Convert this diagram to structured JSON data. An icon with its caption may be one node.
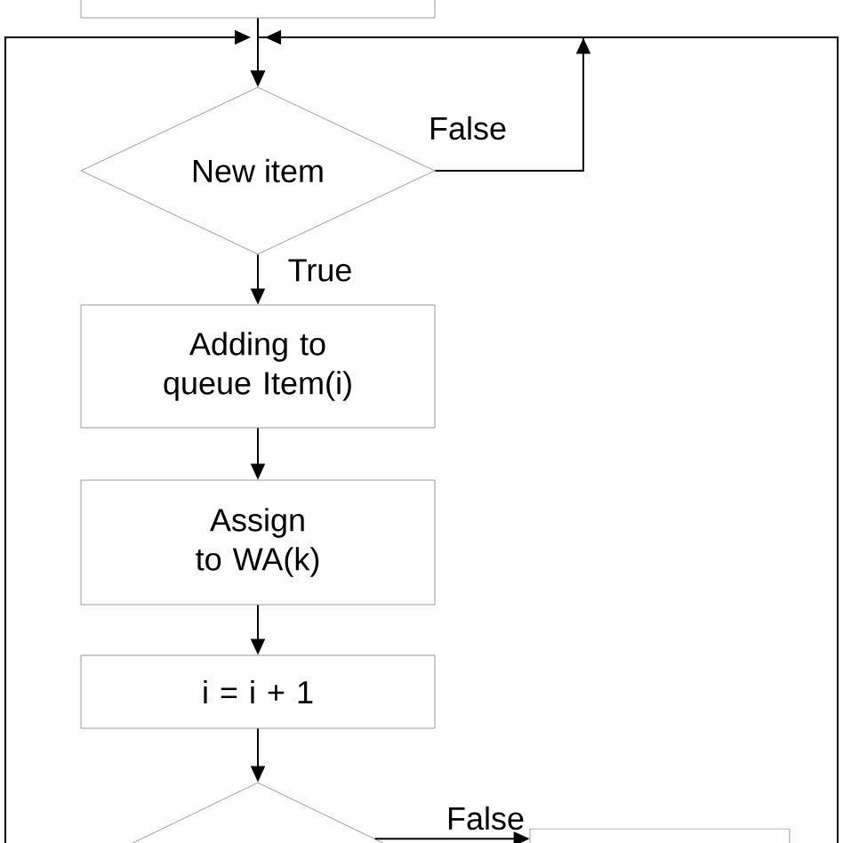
{
  "diagram": {
    "nodes": [
      {
        "text": [],
        "shape": "box"
      },
      {
        "text": [
          "New item"
        ]
      },
      {
        "text": [
          "Adding to queue Item(i)"
        ]
      },
      {
        "text": [
          "Assign to WA(k)"
        ]
      },
      {
        "text": [
          "i = i + 1"
        ]
      },
      {
        "text": [],
        "shape": "diamond"
      },
      {
        "text": [],
        "shape": "box"
      }
    ],
    "edges": [
      {
        "from": 0,
        "to": 1,
        "arrow": "to"
      },
      {
        "from": 1,
        "to": 1,
        "label": "False",
        "arrow": "to"
      },
      {
        "from": 1,
        "to": 2,
        "label": "True",
        "arrow": "to"
      },
      {
        "from": 2,
        "to": 3,
        "arrow": "to"
      },
      {
        "from": 3,
        "to": 4,
        "arrow": "to"
      },
      {
        "from": 4,
        "to": 5,
        "arrow": "to"
      },
      {
        "from": 5,
        "to": 6,
        "label": "False",
        "arrow": "to"
      },
      {
        "from": null,
        "to": 1,
        "arrow": "to"
      },
      {
        "from": null,
        "to": 1,
        "arrow": "to"
      }
    ]
  }
}
